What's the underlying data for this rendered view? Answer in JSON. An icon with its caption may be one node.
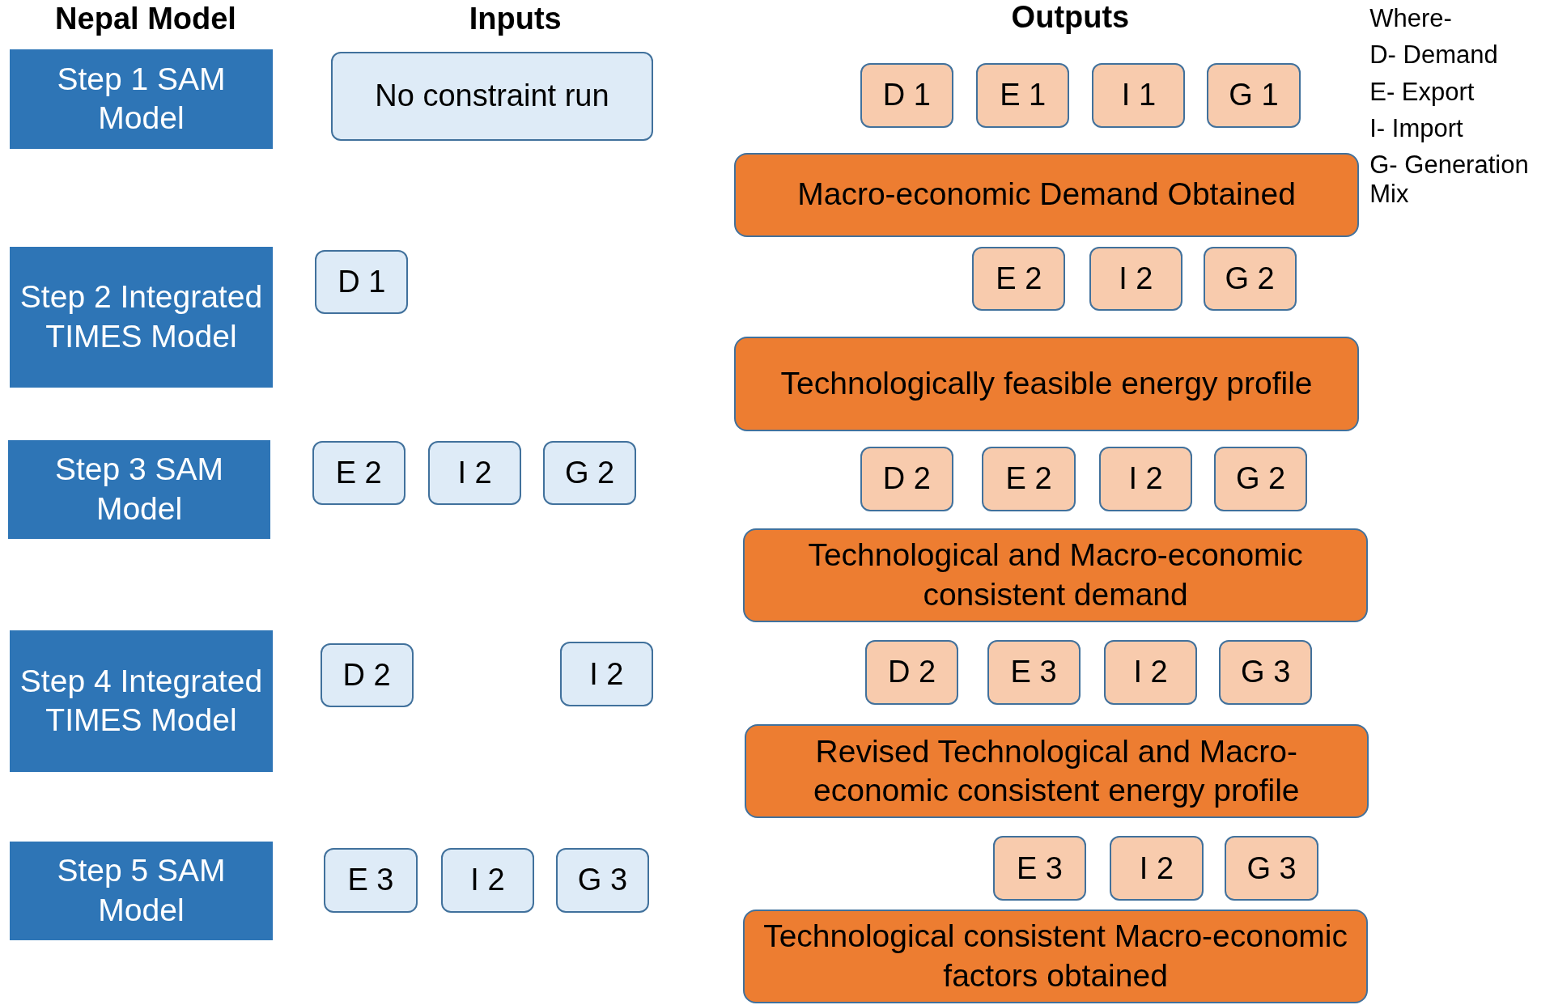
{
  "diagram": {
    "nodes": [
      {
        "text": [
          "Step 1 SAM Model"
        ]
      },
      {
        "text": [
          "No constraint run"
        ]
      },
      {
        "text": [
          "D 1"
        ]
      },
      {
        "text": [
          "E 1"
        ]
      },
      {
        "text": [
          "I 1"
        ]
      },
      {
        "text": [
          "G 1"
        ]
      },
      {
        "text": [
          "Macro-economic Demand Obtained"
        ]
      },
      {
        "text": [
          "Step 2 Integrated TIMES Model"
        ]
      },
      {
        "text": [
          "D 1"
        ]
      },
      {
        "text": [
          "E 2"
        ]
      },
      {
        "text": [
          "I 2"
        ]
      },
      {
        "text": [
          "G 2"
        ]
      },
      {
        "text": [
          "Technologically feasible energy profile"
        ]
      },
      {
        "text": [
          "Step 3 SAM Model"
        ]
      },
      {
        "text": [
          "E 2"
        ]
      },
      {
        "text": [
          "I 2"
        ]
      },
      {
        "text": [
          "G 2"
        ]
      },
      {
        "text": [
          "D 2"
        ]
      },
      {
        "text": [
          "E 2"
        ]
      },
      {
        "text": [
          "I 2"
        ]
      },
      {
        "text": [
          "G 2"
        ]
      },
      {
        "text": [
          "Technological and Macro-economic consistent demand"
        ]
      },
      {
        "text": [
          "Step 4 Integrated TIMES Model"
        ]
      },
      {
        "text": [
          "D 2"
        ]
      },
      {
        "text": [
          "I 2"
        ]
      },
      {
        "text": [
          "D 2"
        ]
      },
      {
        "text": [
          "E 3"
        ]
      },
      {
        "text": [
          "I 2"
        ]
      },
      {
        "text": [
          "G 3"
        ]
      },
      {
        "text": [
          "Revised Technological and Macro-economic consistent energy profile"
        ]
      },
      {
        "text": [
          "Step 5 SAM Model"
        ]
      },
      {
        "text": [
          "E 3"
        ]
      },
      {
        "text": [
          "I 2"
        ]
      },
      {
        "text": [
          "G 3"
        ]
      },
      {
        "text": [
          "E 3"
        ]
      },
      {
        "text": [
          "I 2"
        ]
      },
      {
        "text": [
          "G 3"
        ]
      },
      {
        "text": [
          "Technological consistent Macro-economic factors obtained"
        ]
      }
    ],
    "edges": [],
    "labels": [
      "Nepal Model",
      "Inputs",
      "Outputs",
      "Where-",
      "D- Demand",
      "E- Export",
      "I- Import",
      "G- Generation Mix"
    ]
  }
}
